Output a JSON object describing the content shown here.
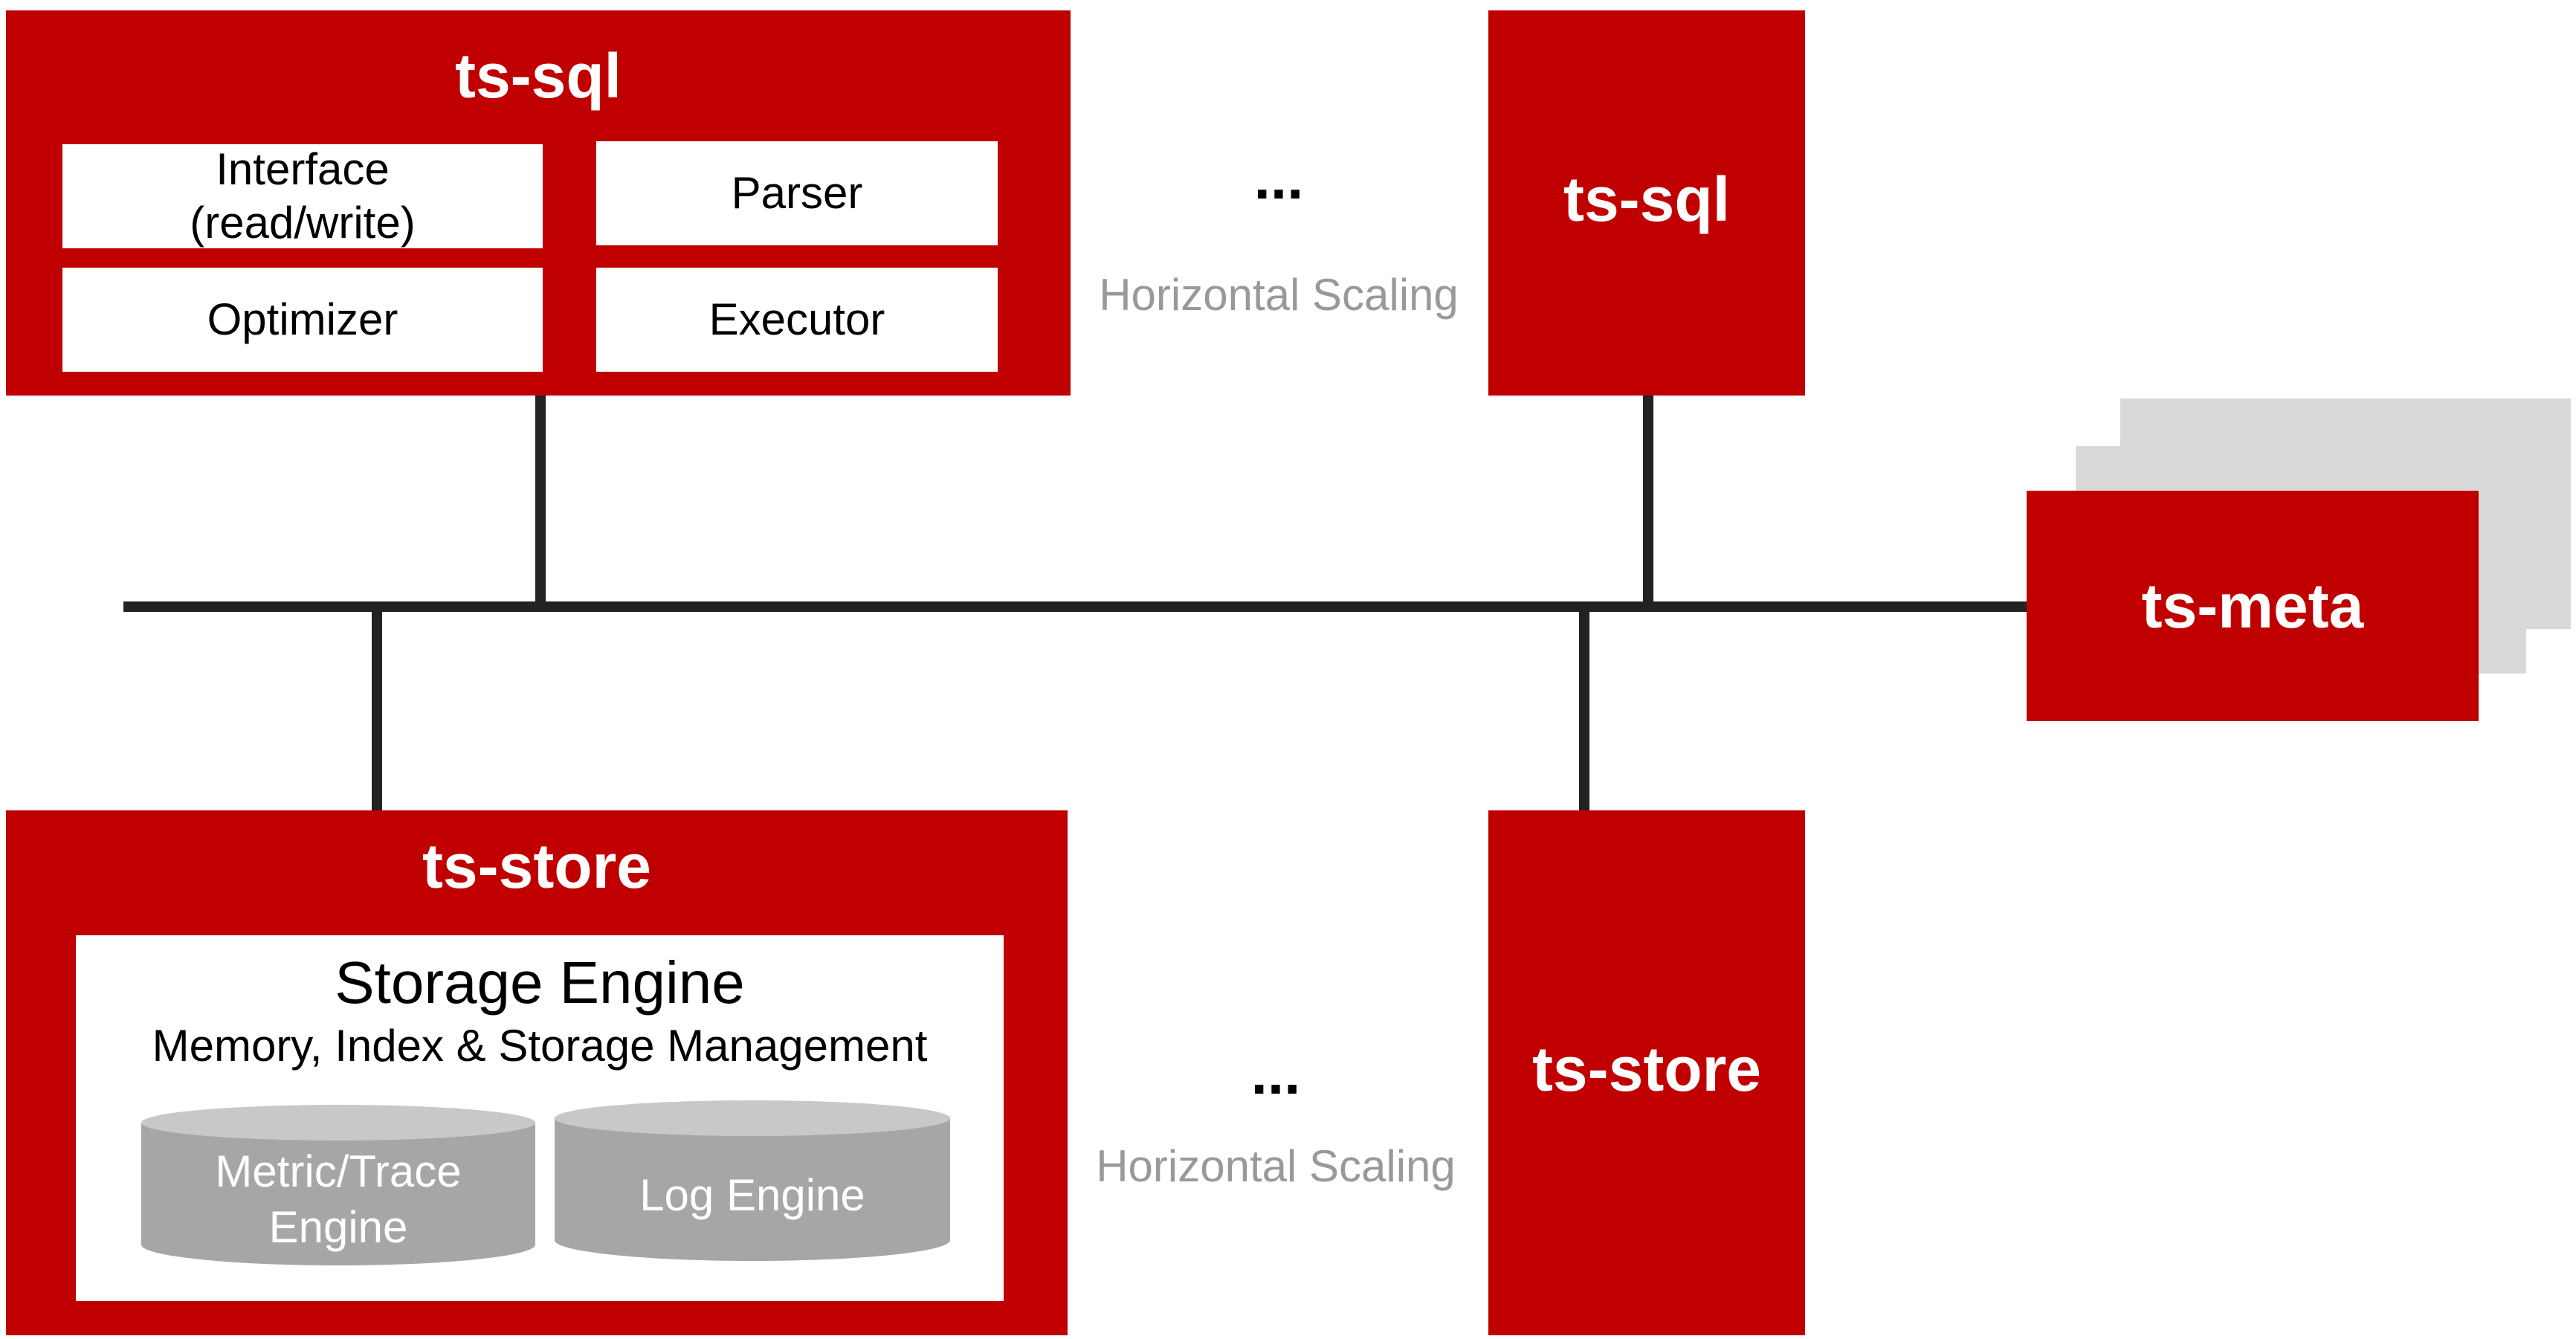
{
  "sql_main": {
    "title": "ts-sql",
    "modules": {
      "interface_line1": "Interface",
      "interface_line2": "(read/write)",
      "parser": "Parser",
      "optimizer": "Optimizer",
      "executor": "Executor"
    }
  },
  "sql_replica": {
    "title": "ts-sql"
  },
  "sql_scaling": {
    "ellipsis": "...",
    "label": "Horizontal Scaling"
  },
  "meta": {
    "title": "ts-meta"
  },
  "store_main": {
    "title": "ts-store",
    "engine": {
      "title": "Storage Engine",
      "subtitle": "Memory, Index & Storage Management",
      "metric_line1": "Metric/Trace",
      "metric_line2": "Engine",
      "log": "Log Engine"
    }
  },
  "store_replica": {
    "title": "ts-store"
  },
  "store_scaling": {
    "ellipsis": "...",
    "label": "Horizontal Scaling"
  },
  "colors": {
    "brand_red": "#c00000",
    "cylinder_gray": "#a6a6a6",
    "cylinder_top": "#c8c8c8",
    "stack_gray": "#d9d9d9",
    "bus_line": "#222222",
    "scaling_text": "#999999"
  }
}
